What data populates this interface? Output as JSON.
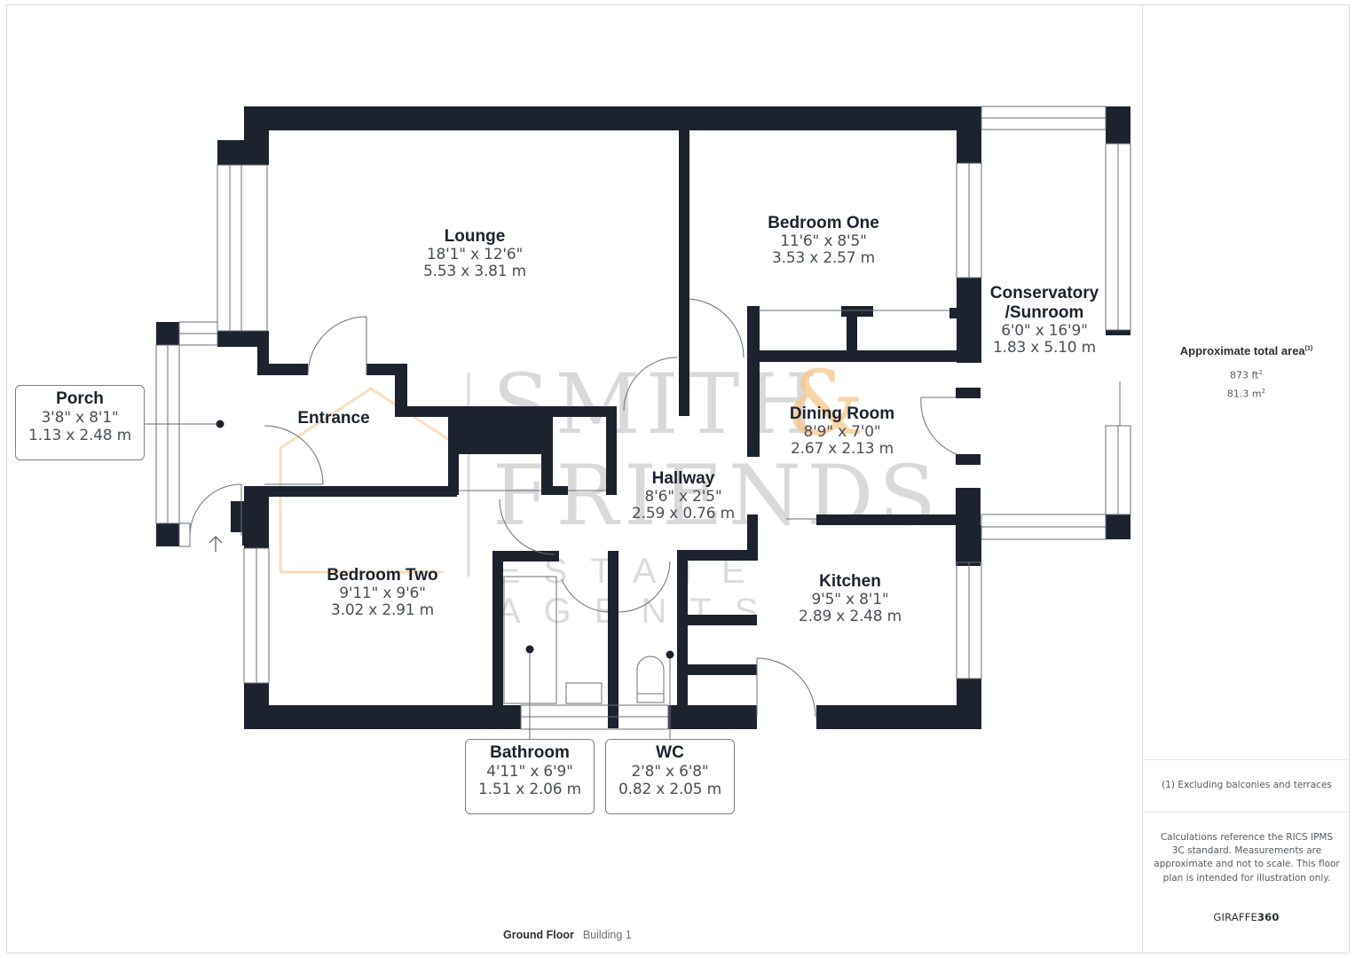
{
  "floor_plan": {
    "floor_label": "Ground Floor",
    "building_label": "Building 1",
    "rooms": [
      {
        "name": "Lounge",
        "imperial": "18'1\" x 12'6\"",
        "metric": "5.53 x 3.81 m"
      },
      {
        "name": "Bedroom One",
        "imperial": "11'6\" x 8'5\"",
        "metric": "3.53 x 2.57 m"
      },
      {
        "name": "Conservatory\n/Sunroom",
        "name_line1": "Conservatory",
        "name_line2": "/Sunroom",
        "imperial": "6'0\" x 16'9\"",
        "metric": "1.83 x 5.10 m"
      },
      {
        "name": "Entrance"
      },
      {
        "name": "Dining Room",
        "imperial": "8'9\" x 7'0\"",
        "metric": "2.67 x 2.13 m"
      },
      {
        "name": "Hallway",
        "imperial": "8'6\" x 2'5\"",
        "metric": "2.59 x 0.76 m"
      },
      {
        "name": "Bedroom Two",
        "imperial": "9'11\" x 9'6\"",
        "metric": "3.02 x 2.91 m"
      },
      {
        "name": "Kitchen",
        "imperial": "9'5\" x 8'1\"",
        "metric": "2.89 x 2.48 m"
      }
    ],
    "callouts": [
      {
        "name": "Porch",
        "imperial": "3'8\" x 8'1\"",
        "metric": "1.13 x 2.48 m"
      },
      {
        "name": "Bathroom",
        "imperial": "4'11\" x 6'9\"",
        "metric": "1.51 x 2.06 m"
      },
      {
        "name": "WC",
        "imperial": "2'8\" x 6'8\"",
        "metric": "0.82 x 2.05 m"
      }
    ],
    "watermark": {
      "line1": "SMITH",
      "amp": "&",
      "line2": "FRIENDS",
      "line3": "ESTATE AGENTS"
    },
    "colors": {
      "wall": "#1c232e",
      "watermark_accent": "#f6c88a",
      "watermark_gray": "#c9c9c9"
    }
  },
  "sidebar": {
    "area_title": "Approximate total area",
    "area_footnote_marker": "(1)",
    "area_sqft": "873 ft",
    "area_sqm": "81.3 m",
    "unit_superscript": "2",
    "footnote": "(1) Excluding balconies and terraces",
    "disclaimer": "Calculations reference the RICS IPMS 3C standard. Measurements are approximate and not to scale. This floor plan is intended for illustration only.",
    "brand_light": "GIRAFFE",
    "brand_bold": "360"
  }
}
